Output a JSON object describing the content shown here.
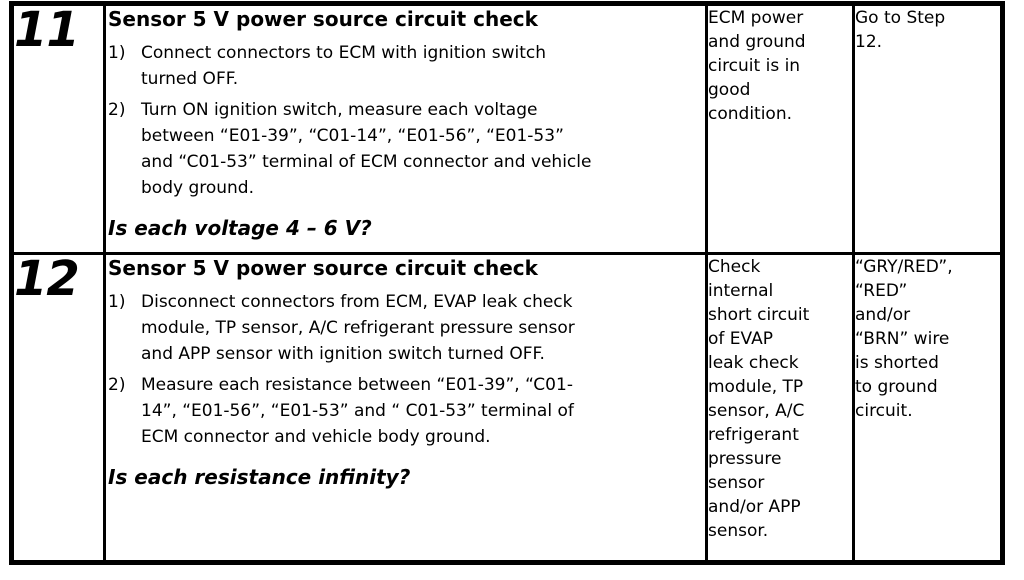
{
  "table": {
    "rows": [
      {
        "step": "11",
        "action": {
          "title": "Sensor 5 V power source circuit check",
          "items": [
            {
              "num": "1)",
              "text": "Connect connectors to ECM with ignition switch\nturned OFF."
            },
            {
              "num": "2)",
              "text": "Turn ON ignition switch, measure each voltage\nbetween “E01-39”, “C01-14”, “E01-56”, “E01-53”\nand “C01-53” terminal of ECM connector and vehicle\nbody ground."
            }
          ],
          "question": "Is each voltage 4 – 6 V?"
        },
        "yes": "ECM power\nand ground\ncircuit is in\ngood\ncondition.",
        "no": "Go to Step\n12."
      },
      {
        "step": "12",
        "action": {
          "title": "Sensor 5 V power source circuit check",
          "items": [
            {
              "num": "1)",
              "text": "Disconnect connectors from ECM, EVAP leak check\nmodule, TP sensor, A/C refrigerant pressure sensor\nand APP sensor with ignition switch turned OFF."
            },
            {
              "num": "2)",
              "text": "Measure each resistance between “E01-39”, “C01-\n14”, “E01-56”, “E01-53” and “ C01-53” terminal of\nECM connector and vehicle body ground."
            }
          ],
          "question": "Is each resistance infinity?"
        },
        "yes": "Check\ninternal\nshort circuit\nof EVAP\nleak check\nmodule, TP\nsensor, A/C\nrefrigerant\npressure\nsensor\nand/or APP\nsensor.",
        "no": "“GRY/RED”,\n“RED”\nand/or\n“BRN” wire\nis shorted\nto ground\ncircuit."
      }
    ]
  }
}
